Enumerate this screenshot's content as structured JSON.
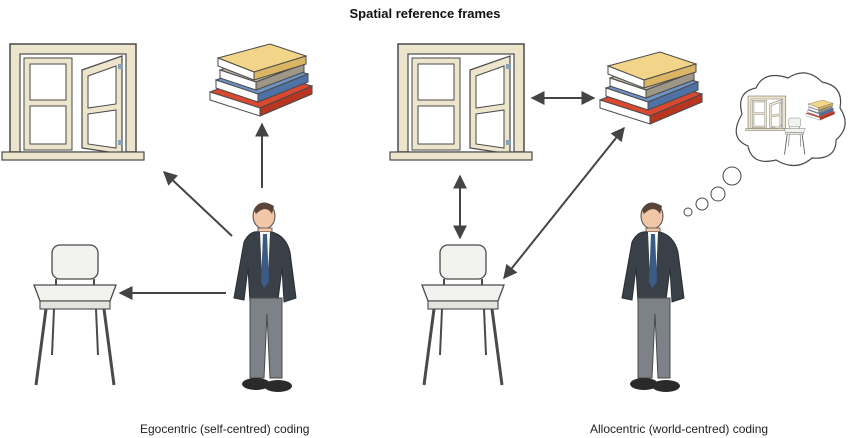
{
  "title": "Spatial reference frames",
  "panels": {
    "egocentric": {
      "caption": "Egocentric (self-centred) coding"
    },
    "allocentric": {
      "caption": "Allocentric (world-centred) coding"
    }
  },
  "colors": {
    "window_frame": "#ece5cc",
    "outline": "#4a4a4a",
    "suit": "#3a4048",
    "trousers": "#7d8188",
    "tie": "#3c5a86",
    "skin": "#f1c7a8",
    "arrow": "#444444",
    "chair": "#f2f2ee",
    "book_red": "#d9482f",
    "book_blue": "#6f93c4",
    "book_yellow": "#f3d58a",
    "book_gray": "#bdb6a7"
  },
  "icons": [
    "window-icon",
    "books-icon",
    "chair-icon",
    "person-icon",
    "thought-bubble-icon",
    "arrow-icon"
  ]
}
